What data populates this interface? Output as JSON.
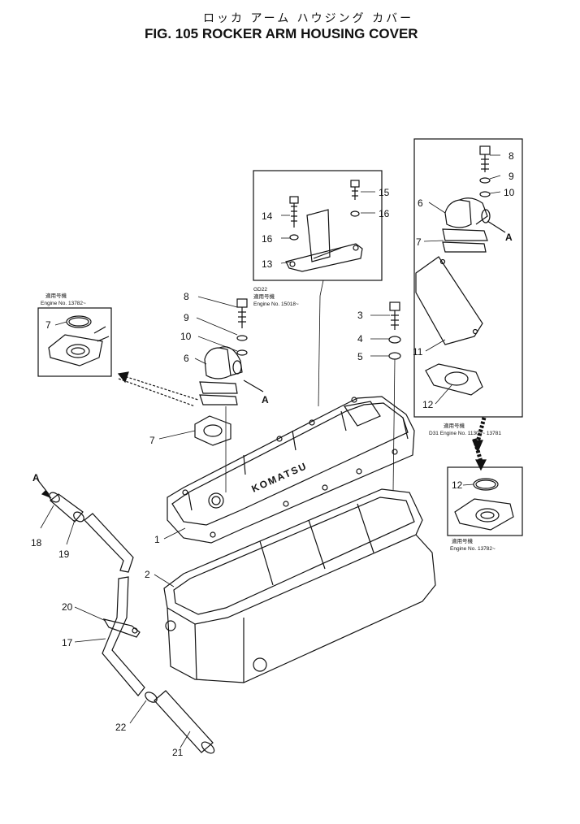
{
  "header": {
    "japanese_title": "ロッカ アーム ハウジング カバー",
    "figure_title": "FIG. 105  ROCKER ARM HOUSING COVER"
  },
  "view_marker": "A",
  "callouts": [
    {
      "id": "c-8a",
      "label": "8"
    },
    {
      "id": "c-9a",
      "label": "9"
    },
    {
      "id": "c-10a",
      "label": "10"
    },
    {
      "id": "c-6a",
      "label": "6"
    },
    {
      "id": "c-7a",
      "label": "7"
    },
    {
      "id": "c-14",
      "label": "14"
    },
    {
      "id": "c-16a",
      "label": "16"
    },
    {
      "id": "c-13",
      "label": "13"
    },
    {
      "id": "c-15",
      "label": "15"
    },
    {
      "id": "c-16b",
      "label": "16"
    },
    {
      "id": "c-3",
      "label": "3"
    },
    {
      "id": "c-4",
      "label": "4"
    },
    {
      "id": "c-5",
      "label": "5"
    },
    {
      "id": "c-8b",
      "label": "8"
    },
    {
      "id": "c-9b",
      "label": "9"
    },
    {
      "id": "c-10b",
      "label": "10"
    },
    {
      "id": "c-6b",
      "label": "6"
    },
    {
      "id": "c-7b",
      "label": "7"
    },
    {
      "id": "c-11",
      "label": "11"
    },
    {
      "id": "c-12a",
      "label": "12"
    },
    {
      "id": "c-7c",
      "label": "7"
    },
    {
      "id": "c-12b",
      "label": "12"
    },
    {
      "id": "c-1",
      "label": "1"
    },
    {
      "id": "c-2",
      "label": "2"
    },
    {
      "id": "c-18",
      "label": "18"
    },
    {
      "id": "c-19",
      "label": "19"
    },
    {
      "id": "c-20",
      "label": "20"
    },
    {
      "id": "c-17",
      "label": "17"
    },
    {
      "id": "c-22",
      "label": "22"
    },
    {
      "id": "c-21",
      "label": "21"
    }
  ],
  "notes": {
    "top_inset_model": "GD22",
    "top_inset_jp": "適用号機",
    "top_inset_engine": "Engine No. 15018~",
    "left_inset_jp": "適用号機",
    "left_inset_engine": "Engine No. 13782~",
    "right_lower_jp": "適用号機",
    "right_lower_engine": "D31 Engine No. 11304~ 13781",
    "right_inset_jp": "適用号機",
    "right_inset_engine": "Engine No. 13782~"
  },
  "cover_marking": "KOMATSU"
}
